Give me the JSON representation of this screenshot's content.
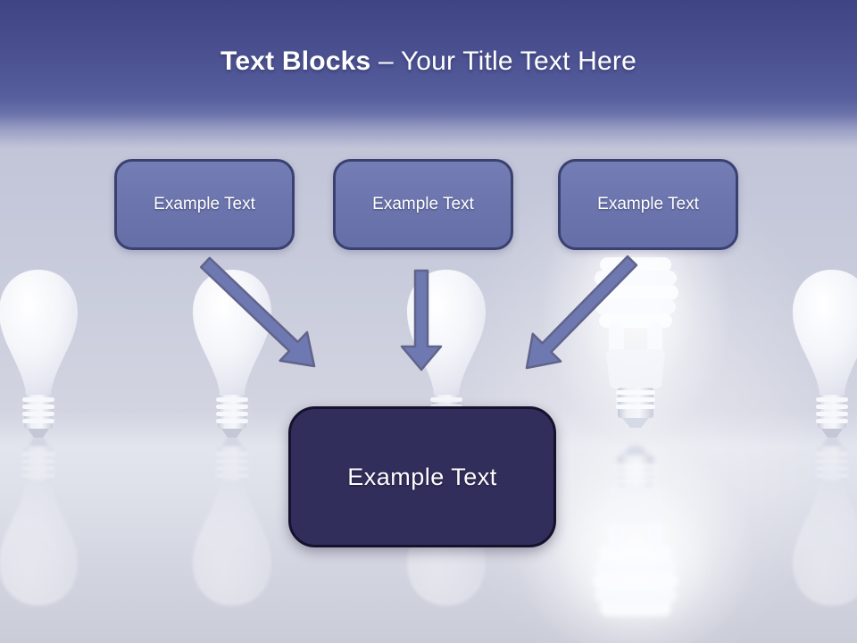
{
  "slide": {
    "title": {
      "highlight": "Text Blocks",
      "rest": " – Your Title Text Here"
    },
    "top_blocks": [
      {
        "label": "Example Text"
      },
      {
        "label": "Example Text"
      },
      {
        "label": "Example Text"
      }
    ],
    "result_block": {
      "label": "Example Text"
    },
    "decorations": {
      "background": "row of white light bulbs on glossy reflective floor",
      "highlight_bulb": "glowing spiral CFL bulb, fourth position",
      "arrow_count": 3
    },
    "colors": {
      "header_top": "#3f4484",
      "header_mid": "#575f9e",
      "background_light": "#c8cbdb",
      "floor_light": "#e3e5ee",
      "block_fill": "#6b74ac",
      "block_border": "#3a4170",
      "result_fill": "#322e5b",
      "result_border": "#14122c",
      "arrow_fill": "#6e78b1",
      "arrow_stroke": "#61648a",
      "text": "#ffffff"
    }
  }
}
